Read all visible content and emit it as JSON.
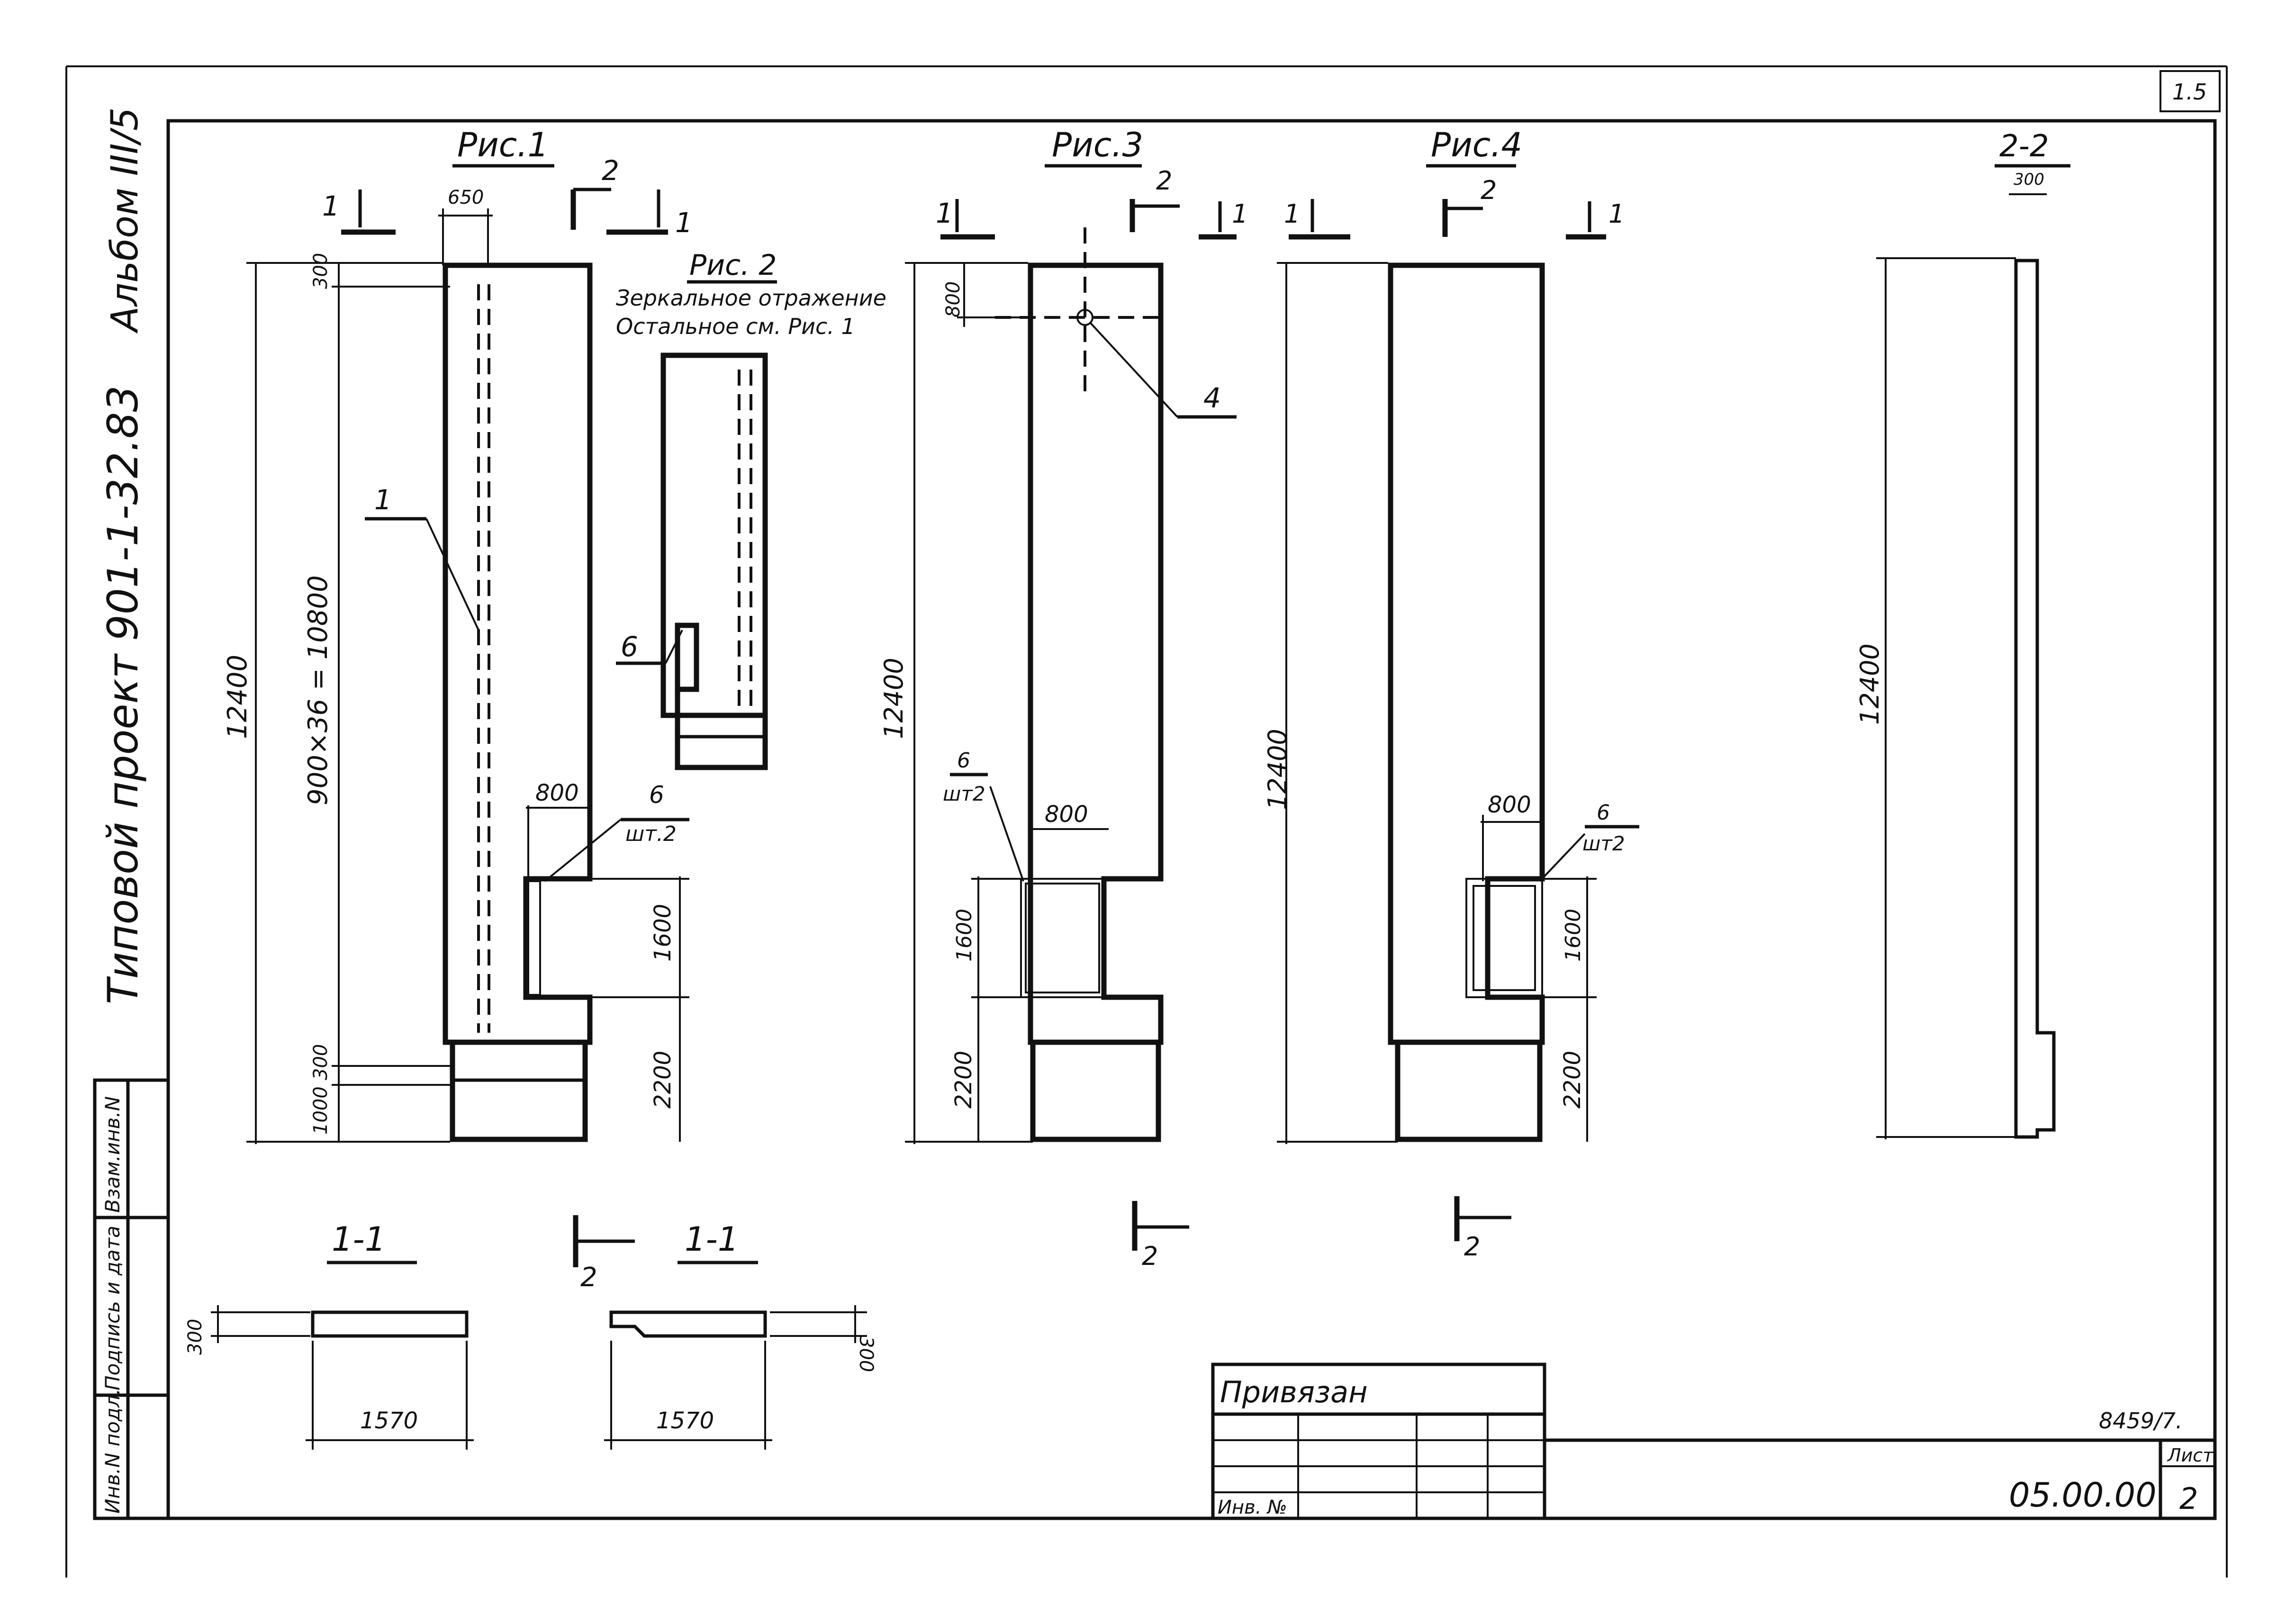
{
  "album": {
    "label": "Альбом III/5",
    "project": "Типовой проект 901-1-32.83"
  },
  "side_stamp": [
    "Инв.N подл.",
    "Подпись и дата",
    "Взам.инв.N"
  ],
  "figures": {
    "fig1": {
      "title": "Рис.1",
      "section_marks": [
        "1",
        "1",
        "2"
      ],
      "dims": {
        "overall": "12400",
        "top": "300",
        "pitch": "900×36 = 10800",
        "bottom1": "300",
        "bottom2": "1000",
        "width": "650",
        "opening_w": "800",
        "opening_h": "1600",
        "lower": "2200"
      },
      "callouts": {
        "c1": "1",
        "c6": "6",
        "c6q": "шт.2"
      }
    },
    "fig2": {
      "title": "Рис. 2",
      "note1": "Зеркальное отражение",
      "note2": "Остальное см. Рис. 1",
      "callout": "6"
    },
    "fig3": {
      "title": "Рис.3",
      "section_marks": [
        "1",
        "1",
        "2"
      ],
      "dims": {
        "overall": "12400",
        "top": "800",
        "opening_w": "800",
        "opening_h": "1600",
        "lower": "2200"
      },
      "callouts": {
        "c4": "4",
        "c6": "6",
        "c6q": "шт2"
      },
      "bottom_mark": "2"
    },
    "fig4": {
      "title": "Рис.4",
      "section_marks": [
        "1",
        "1",
        "2"
      ],
      "dims": {
        "overall": "12400",
        "opening_w": "800",
        "opening_h": "1600",
        "lower": "2200"
      },
      "callouts": {
        "c6": "6",
        "c6q": "шт2"
      },
      "bottom_mark": "2"
    },
    "sec22": {
      "title": "2-2",
      "top": "300",
      "overall": "12400"
    },
    "sec11a": {
      "title": "1-1",
      "thick": "300",
      "width": "1570"
    },
    "sec11b": {
      "title": "1-1",
      "thick": "300",
      "width": "1570",
      "mark": "2"
    }
  },
  "stamp": {
    "label": "Привязан",
    "inv": "Инв. №"
  },
  "title_block": {
    "code": "05.00.00",
    "sheet_label": "Лист",
    "sheet": "2",
    "order": "8459/7."
  },
  "corner": "1.5"
}
